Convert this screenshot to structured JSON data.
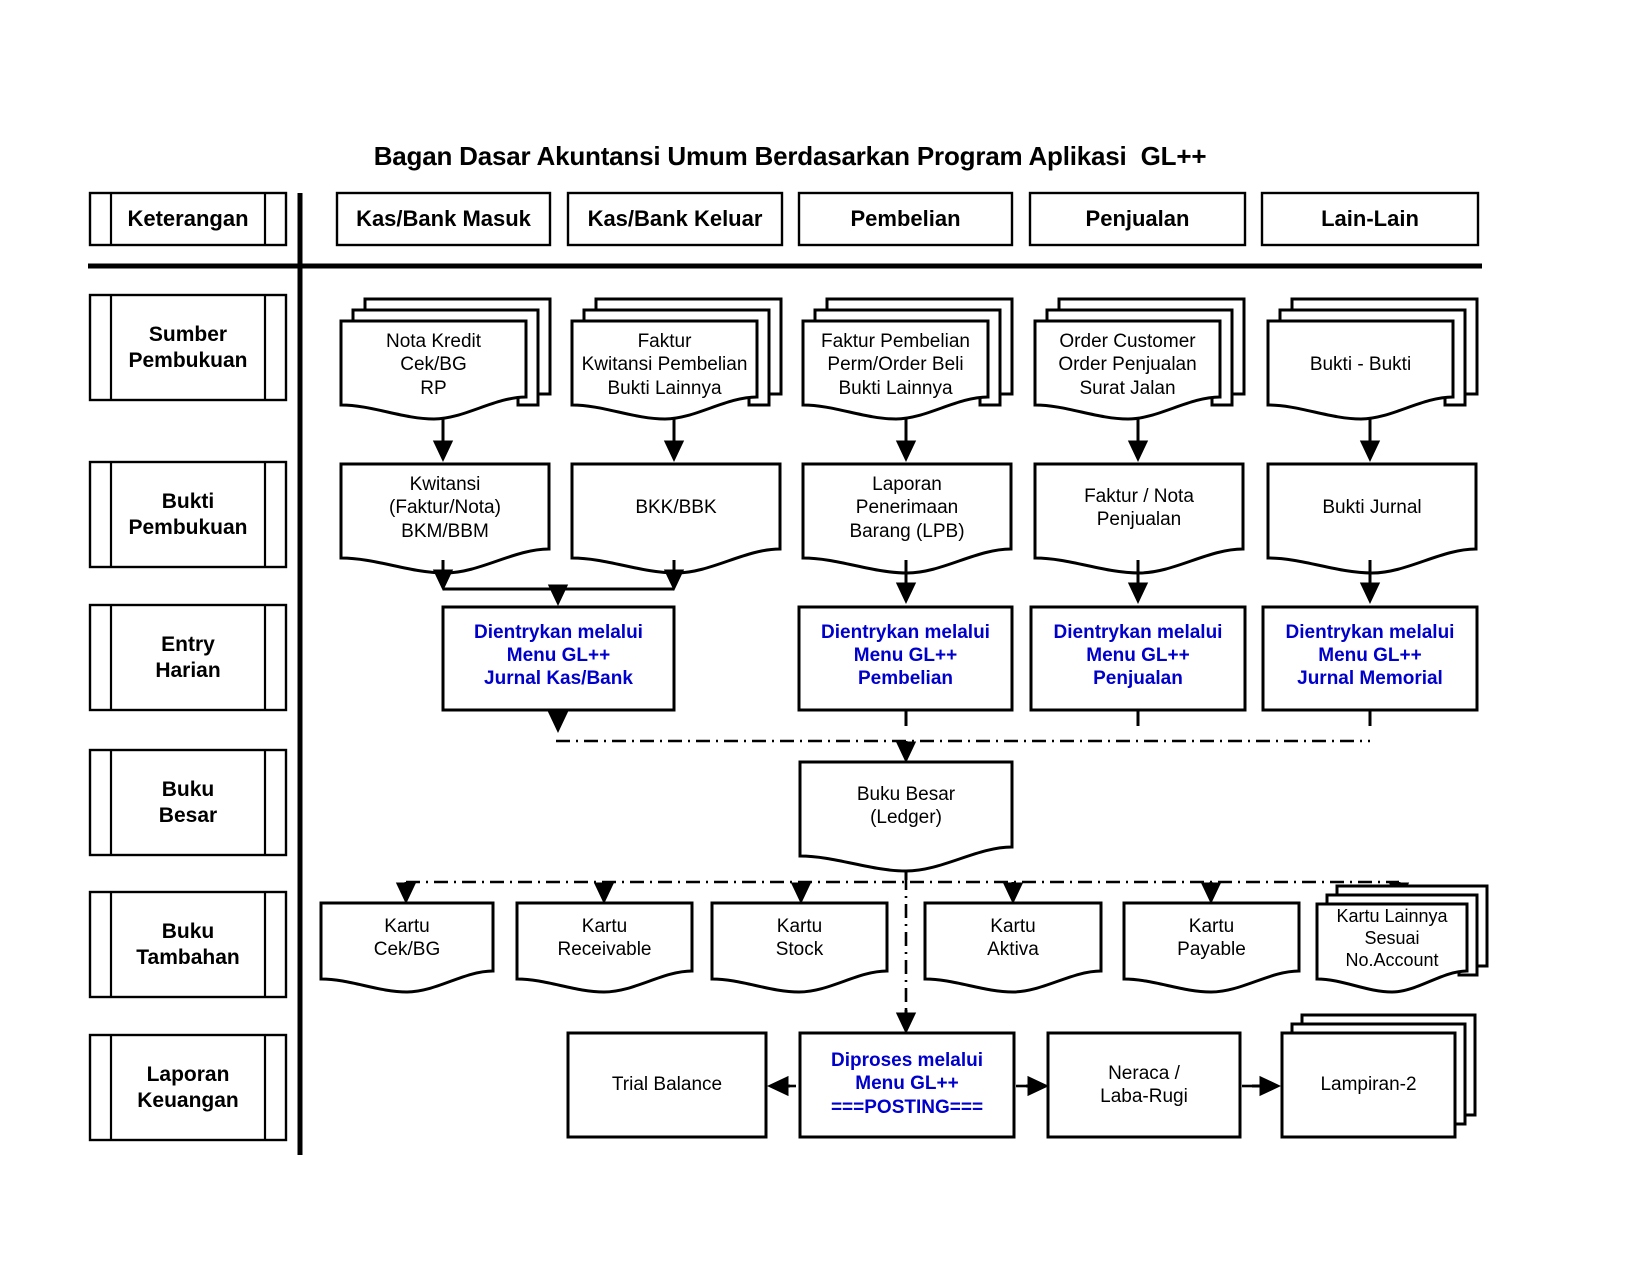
{
  "title": "Bagan Dasar Akuntansi Umum Berdasarkan Program Aplikasi  GL++",
  "accent_blue": "#0000CC",
  "ink": "#000000",
  "header": {
    "legend_label": "Keterangan",
    "columns": [
      "Kas/Bank Masuk",
      "Kas/Bank Keluar",
      "Pembelian",
      "Penjualan",
      "Lain-Lain"
    ]
  },
  "legend_rows": [
    "Sumber\nPembukuan",
    "Bukti\nPembukuan",
    "Entry\nHarian",
    "Buku\nBesar",
    "Buku\nTambahan",
    "Laporan\nKeuangan"
  ],
  "rows": {
    "sumber_pembukuan": [
      "Nota Kredit\nCek/BG\nRP",
      "Faktur\nKwitansi Pembelian\nBukti Lainnya",
      "Faktur Pembelian\nPerm/Order Beli\nBukti Lainnya",
      "Order Customer\nOrder Penjualan\nSurat Jalan",
      "Bukti - Bukti"
    ],
    "bukti_pembukuan": [
      "Kwitansi\n(Faktur/Nota)\nBKM/BBM",
      "BKK/BBK",
      "Laporan\nPenerimaan\nBarang (LPB)",
      "Faktur / Nota\nPenjualan",
      "Bukti Jurnal"
    ],
    "entry_harian": [
      "Dientrykan melalui\nMenu GL++\nJurnal Kas/Bank",
      "Dientrykan melalui\nMenu GL++\nPembelian",
      "Dientrykan melalui\nMenu GL++\nPenjualan",
      "Dientrykan melalui\nMenu GL++\nJurnal Memorial"
    ],
    "buku_besar": "Buku Besar\n(Ledger)",
    "buku_tambahan": [
      "Kartu\nCek/BG",
      "Kartu\nReceivable",
      "Kartu\nStock",
      "Kartu\nAktiva",
      "Kartu\nPayable",
      "Kartu Lainnya\nSesuai\nNo.Account"
    ],
    "laporan_keuangan": [
      "Trial Balance",
      "Diproses melalui\nMenu GL++\n===POSTING===",
      "Neraca /\nLaba-Rugi",
      "Lampiran-2"
    ]
  }
}
